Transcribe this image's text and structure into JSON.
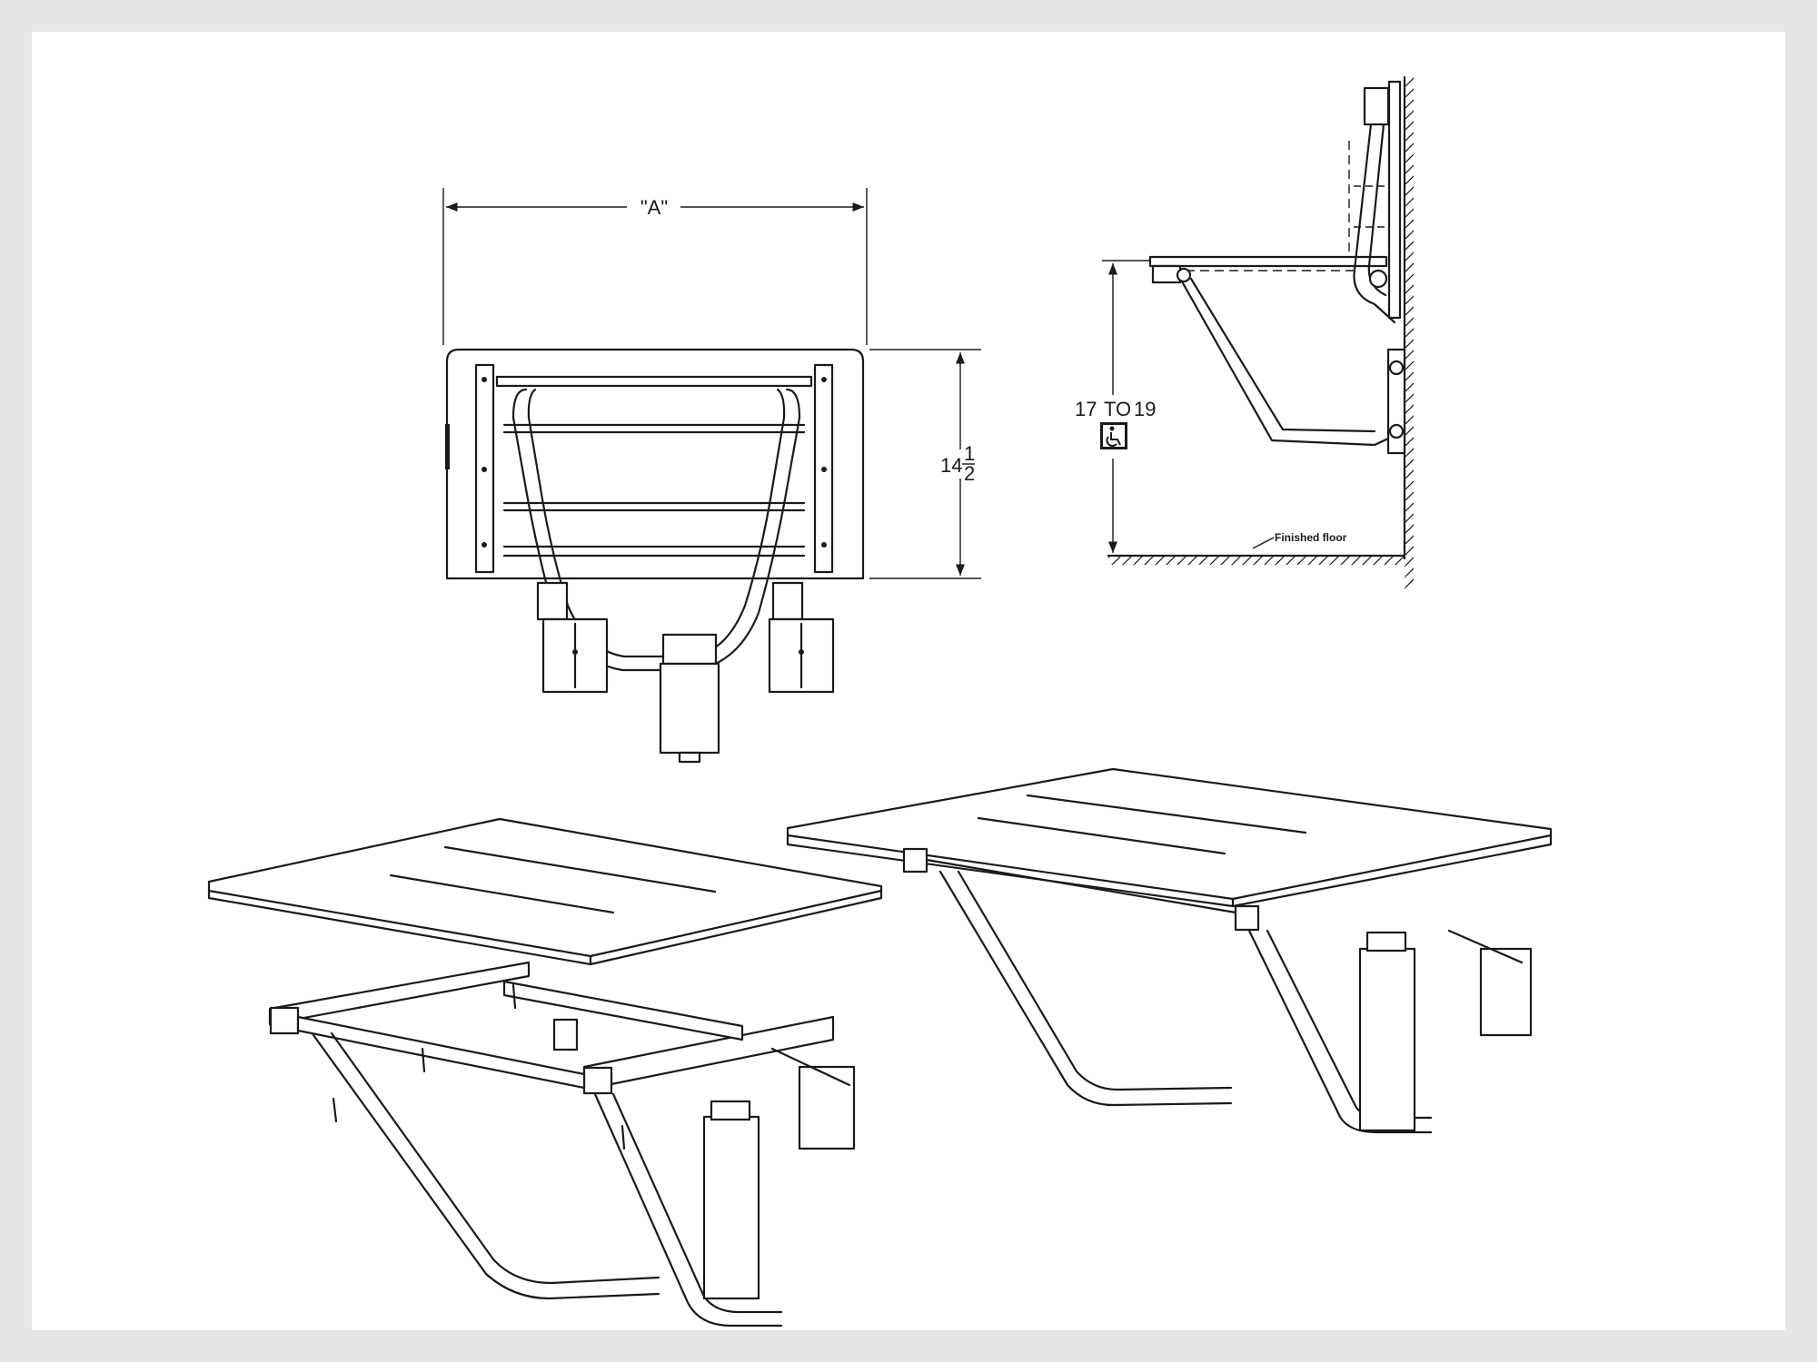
{
  "top_view": {
    "width_dimension_label": "\"A\"",
    "depth_dimension_whole": "14",
    "depth_dimension_numerator": "1",
    "depth_dimension_denominator": "2"
  },
  "side_view": {
    "height_range_from": "17",
    "height_range_to_word": "TO",
    "height_range_to": "19",
    "floor_label": "Finished floor",
    "accessibility_symbol": "wheelchair-icon"
  },
  "colors": {
    "line": "#1a1a1a",
    "paper": "#ffffff",
    "frame": "#e6e6e6"
  }
}
